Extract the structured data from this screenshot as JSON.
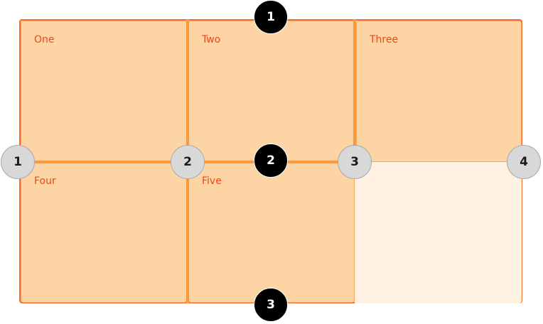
{
  "grid": {
    "items": [
      {
        "label": "One"
      },
      {
        "label": "Two"
      },
      {
        "label": "Three"
      },
      {
        "label": "Four"
      },
      {
        "label": "Five"
      }
    ],
    "column_lines": [
      "1",
      "2",
      "3",
      "4"
    ],
    "row_lines": [
      "1",
      "2",
      "3"
    ]
  },
  "colors": {
    "container_border": "#f26c23",
    "item_fill": "#fdd4a4",
    "item_label": "#e8491c",
    "empty_cell_fill": "#fff2e2",
    "grid_line": "#f89a3c",
    "column_marker_fill": "#d8d8d8",
    "row_marker_fill": "#000000"
  }
}
